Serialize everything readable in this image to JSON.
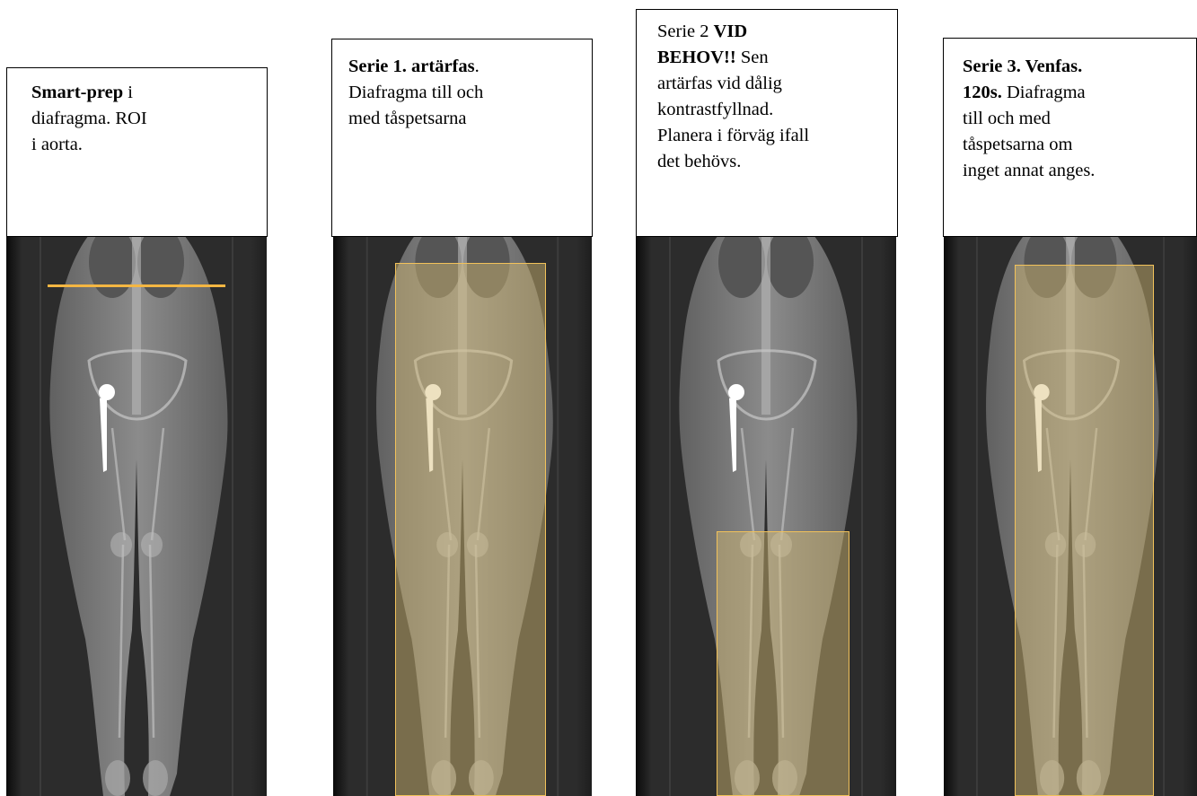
{
  "colors": {
    "overlay_border": "#f2c25a",
    "overlay_fill": "rgba(214,188,116,0.45)",
    "roi_line": "#f4b642",
    "scan_background": "#262626"
  },
  "panels": [
    {
      "caption_lines": [
        [
          {
            "text": "Smart-prep",
            "bold": true
          },
          {
            "text": " i",
            "bold": false
          }
        ],
        [
          {
            "text": "diafragma. ROI",
            "bold": false
          }
        ],
        [
          {
            "text": "i aorta.",
            "bold": false
          }
        ]
      ],
      "overlay": "roi-line"
    },
    {
      "caption_lines": [
        [
          {
            "text": "Serie 1. artärfas",
            "bold": true
          },
          {
            "text": ".",
            "bold": false
          }
        ],
        [
          {
            "text": "Diafragma till och",
            "bold": false
          }
        ],
        [
          {
            "text": "med tåspetsarna",
            "bold": false
          }
        ]
      ],
      "overlay": "full-box"
    },
    {
      "caption_lines": [
        [
          {
            "text": "Serie 2 ",
            "bold": false
          },
          {
            "text": "VID",
            "bold": true
          }
        ],
        [
          {
            "text": "BEHOV!!",
            "bold": true
          },
          {
            "text": " Sen",
            "bold": false
          }
        ],
        [
          {
            "text": "artärfas vid dålig",
            "bold": false
          }
        ],
        [
          {
            "text": "kontrastfyllnad.",
            "bold": false
          }
        ],
        [
          {
            "text": "Planera i förväg ifall",
            "bold": false
          }
        ],
        [
          {
            "text": "det behövs.",
            "bold": false
          }
        ]
      ],
      "overlay": "leg-box"
    },
    {
      "caption_lines": [
        [
          {
            "text": "Serie 3. Venfas.",
            "bold": true
          }
        ],
        [
          {
            "text": "120s.",
            "bold": true
          },
          {
            "text": " Diafragma",
            "bold": false
          }
        ],
        [
          {
            "text": "till och med",
            "bold": false
          }
        ],
        [
          {
            "text": "tåspetsarna om",
            "bold": false
          }
        ],
        [
          {
            "text": "inget annat anges.",
            "bold": false
          }
        ]
      ],
      "overlay": "full-box"
    }
  ]
}
